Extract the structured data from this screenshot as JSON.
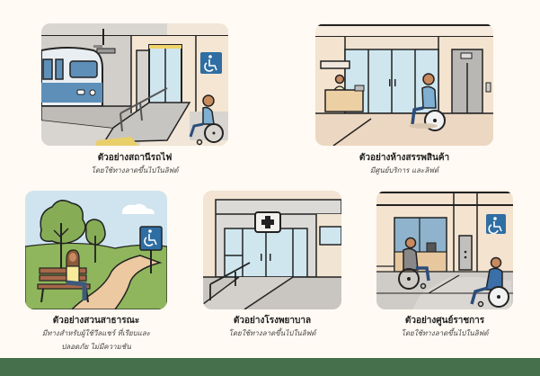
{
  "cards": [
    {
      "title": "ตัวอย่างสถานีรถไฟ",
      "subtitle": "โดยใช้ทางลาดขึ้นไปในลิฟต์",
      "illustration": "train-station-ramp",
      "icons": [
        "train-icon",
        "ramp-icon",
        "wheelchair-user-icon",
        "accessibility-sign-icon"
      ]
    },
    {
      "title": "ตัวอย่างห้างสรรพสินค้า",
      "subtitle": "มีศูนย์บริการ และลิฟต์",
      "illustration": "mall-entrance",
      "icons": [
        "reception-desk-icon",
        "glass-doors-icon",
        "elevator-icon",
        "wheelchair-user-icon"
      ]
    },
    {
      "title": "ตัวอย่างสวนสาธารณะ",
      "subtitle_lines": [
        "มีทางสำหรับผู้ใช้วีลแชร์ ที่เรียบและ",
        "ปลอดภัย ไม่มีความชัน"
      ],
      "illustration": "public-park-path",
      "icons": [
        "tree-icon",
        "bench-icon",
        "path-icon",
        "accessibility-sign-icon"
      ]
    },
    {
      "title": "ตัวอย่างโรงพยาบาล",
      "subtitle": "โดยใช้ทางลาดขึ้นไปในลิฟต์",
      "illustration": "hospital-entrance-ramp",
      "icons": [
        "medical-cross-icon",
        "glass-doors-icon",
        "ramp-icon"
      ]
    },
    {
      "title": "ตัวอย่างศูนย์ราชการ",
      "subtitle": "โดยใช้ทางลาดขึ้นไปในลิฟต์",
      "illustration": "government-center",
      "icons": [
        "service-counter-icon",
        "elevator-icon",
        "wheelchair-user-icon",
        "accessibility-sign-icon"
      ]
    }
  ],
  "colors": {
    "background": "#fffaf3",
    "footer": "#46704c",
    "accessibility_blue": "#2f6ea3",
    "wall": "#f3e6d6",
    "glass": "#cfe6ef"
  }
}
